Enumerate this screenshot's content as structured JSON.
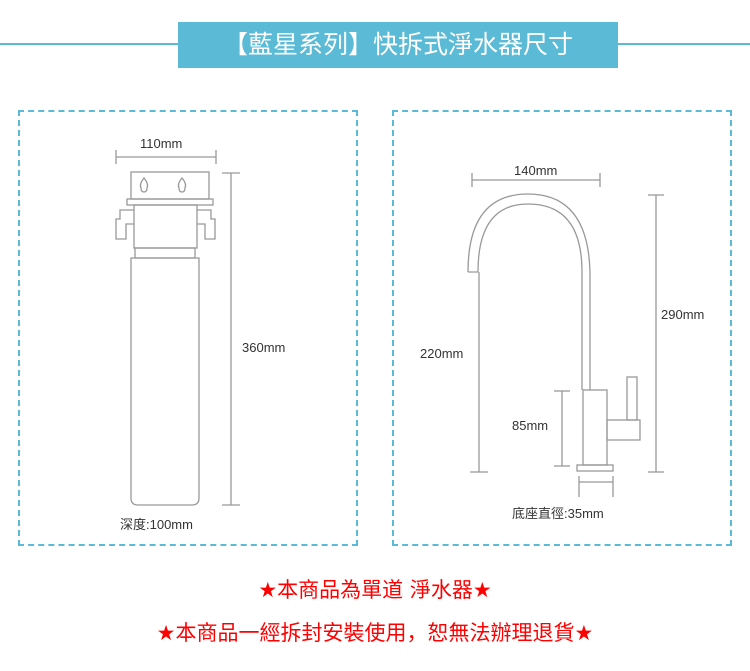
{
  "header": {
    "title": "【藍星系列】快拆式淨水器尺寸"
  },
  "filter_panel": {
    "width_label": "110mm",
    "height_label": "360mm",
    "depth_label": "深度:100mm"
  },
  "faucet_panel": {
    "spout_reach_label": "140mm",
    "total_height_label": "290mm",
    "spout_height_label": "220mm",
    "body_height_label": "85mm",
    "base_label": "底座直徑:35mm"
  },
  "notes": [
    "★本商品為單道 淨水器★",
    "★本商品一經拆封安裝使用，恕無法辦理退貨★"
  ],
  "colors": {
    "accent": "#5bbad5",
    "warning": "#ff0000"
  }
}
